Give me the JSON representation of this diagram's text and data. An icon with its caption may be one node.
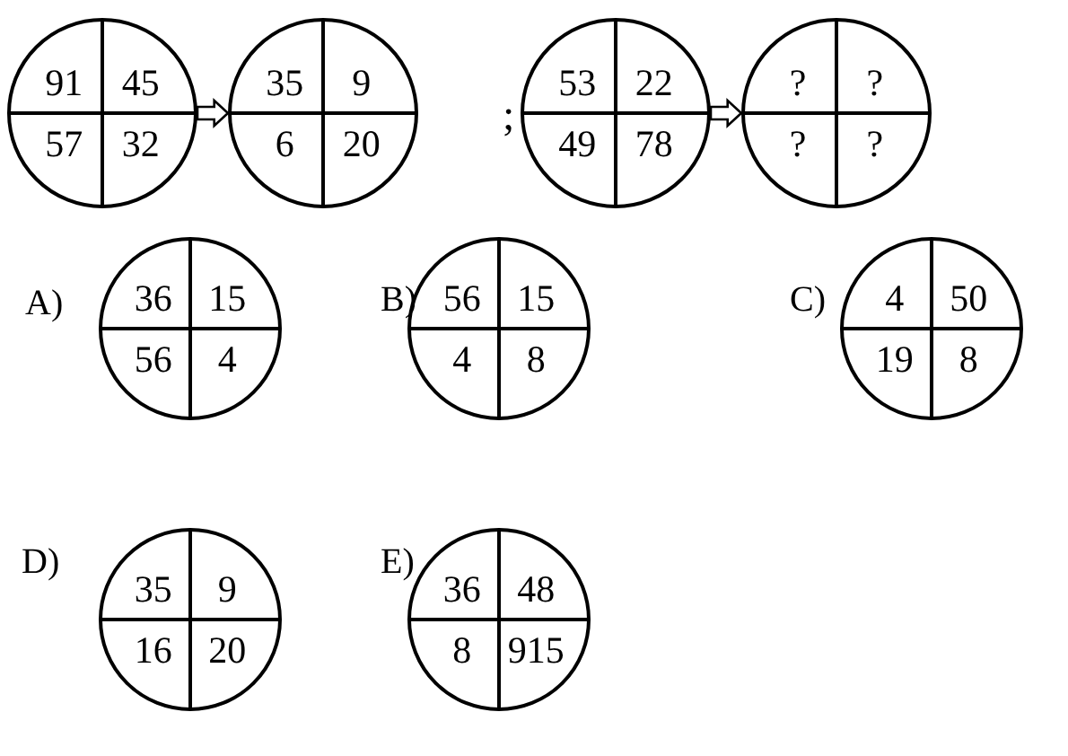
{
  "diagram": {
    "nodes": [
      {
        "text": [
          "91",
          "45",
          "57",
          "32"
        ]
      },
      {
        "text": [
          "35",
          "9",
          "6",
          "20"
        ]
      },
      {
        "text": [
          "53",
          "22",
          "49",
          "78"
        ]
      },
      {
        "text": [
          "?",
          "?",
          "?",
          "?"
        ]
      },
      {
        "text": [
          "36",
          "15",
          "56",
          "4"
        ],
        "beside": [
          "A)"
        ]
      },
      {
        "text": [
          "56",
          "15",
          "4",
          "8"
        ],
        "beside": [
          "B)"
        ]
      },
      {
        "text": [
          "4",
          "50",
          "19",
          "8"
        ],
        "beside": [
          "C)"
        ]
      },
      {
        "text": [
          "35",
          "9",
          "16",
          "20"
        ],
        "beside": [
          "D)"
        ]
      },
      {
        "text": [
          "36",
          "48",
          "8",
          "915"
        ],
        "beside": [
          "E)"
        ]
      }
    ],
    "edges": [
      {
        "from": 0,
        "to": 1,
        "arrow": "to"
      },
      {
        "from": 2,
        "to": 3,
        "arrow": "to"
      }
    ],
    "labels": [
      ";"
    ]
  }
}
